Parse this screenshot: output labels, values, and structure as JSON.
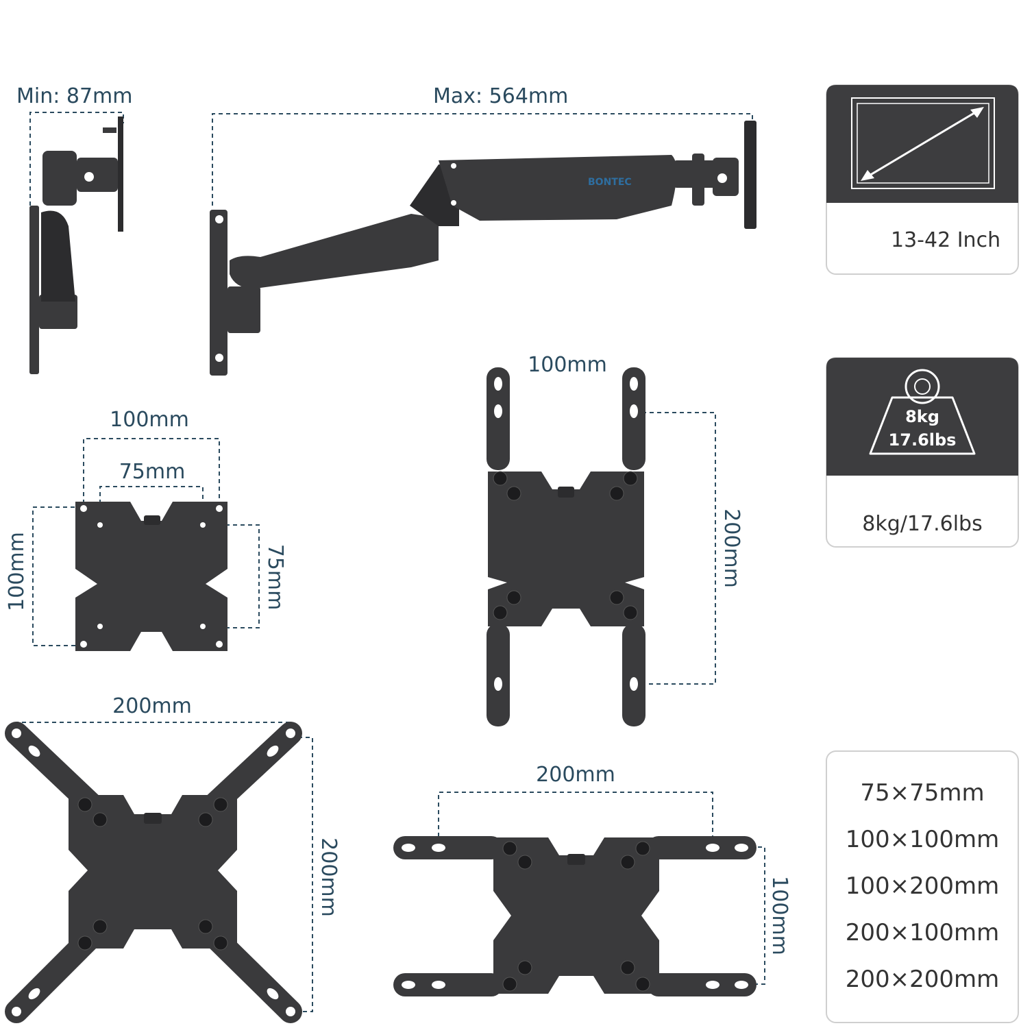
{
  "dimensions": {
    "min_depth": "Min: 87mm",
    "max_depth": "Max: 564mm",
    "plate_small_width_outer": "100mm",
    "plate_small_width_inner": "75mm",
    "plate_small_height_outer": "100mm",
    "plate_small_height_inner": "75mm",
    "plate_vertical_width": "100mm",
    "plate_vertical_height": "200mm",
    "plate_large_width": "200mm",
    "plate_large_height": "200mm",
    "plate_horizontal_width": "200mm",
    "plate_horizontal_height": "100mm"
  },
  "brand": "BONTEC",
  "cards": {
    "screen_size": "13-42 Inch",
    "weight_badge_line1": "8kg",
    "weight_badge_line2": "17.6lbs",
    "weight_caption": "8kg/17.6lbs",
    "vesa_list": [
      "75×75mm",
      "100×100mm",
      "100×200mm",
      "200×100mm",
      "200×200mm"
    ]
  },
  "colors": {
    "dimension_text": "#2a4a5e",
    "metal": "#3a3a3c",
    "card_dark": "#3d3d3f"
  }
}
